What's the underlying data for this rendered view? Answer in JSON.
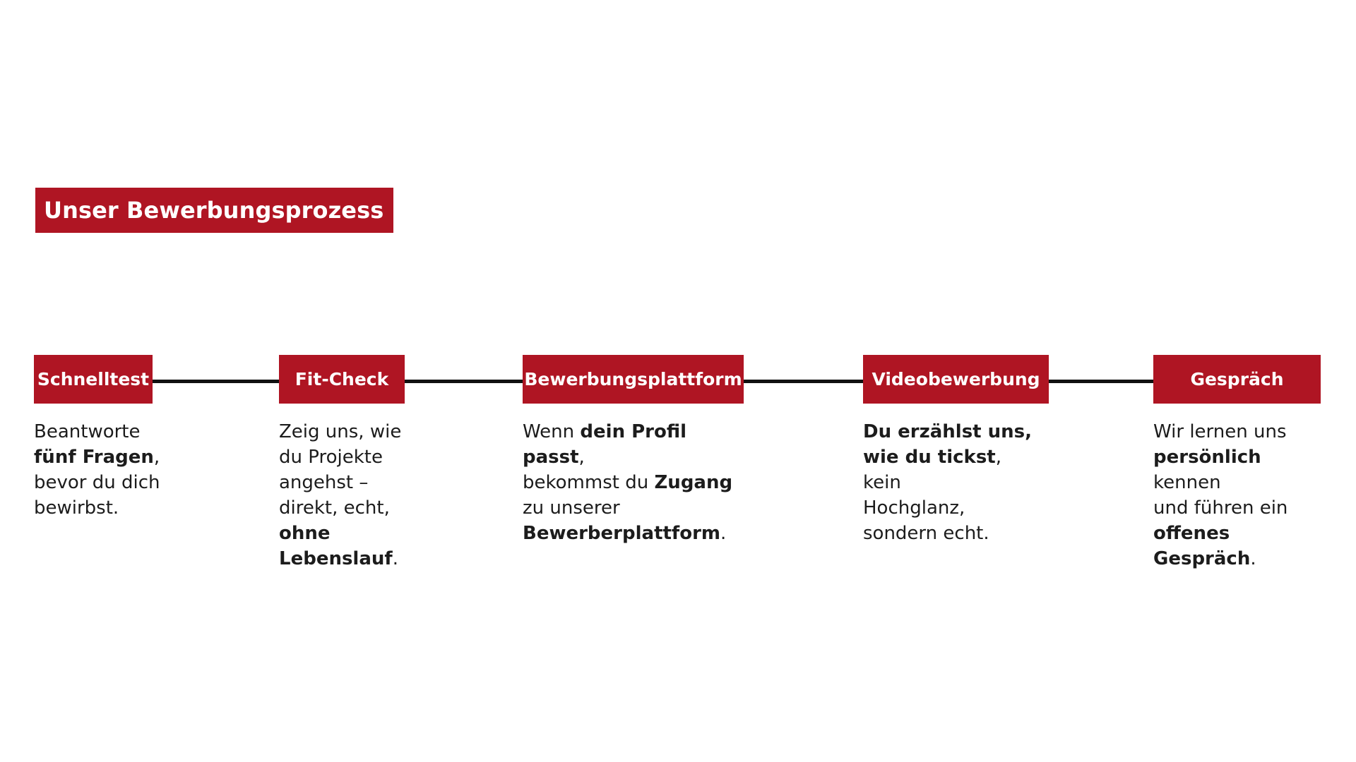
{
  "theme": {
    "accent_red": "#AF1523",
    "connector_black": "#111111",
    "background": "#FFFFFF",
    "body_text": "#1C1C1C",
    "badge_text": "#FFFFFF"
  },
  "title": {
    "text": "Unser Bewerbungsprozess"
  },
  "process": {
    "steps": [
      {
        "badge": "Schnelltest",
        "body_html": "Beantworte<br><b>fünf Fragen</b>,<br>bevor du dich<br>bewirbst.",
        "body_plain": "Beantworte fünf Fragen, bevor du dich bewirbst."
      },
      {
        "badge": "Fit-Check",
        "body_html": "Zeig uns, wie<br>du Projekte<br>angehst –<br>direkt, echt,<br><b>ohne<br>Lebenslauf</b>.",
        "body_plain": "Zeig uns, wie du Projekte angehst – direkt, echt, ohne Lebenslauf."
      },
      {
        "badge": "Bewerbungsplattform",
        "body_html": "Wenn <b>dein Profil passt</b>,<br>bekommst du <b>Zugang</b><br>zu unserer<br><b>Bewerberplattform</b>.",
        "body_plain": "Wenn dein Profil passt, bekommst du Zugang zu unserer Bewerberplattform."
      },
      {
        "badge": "Videobewerbung",
        "body_html": "<b>Du erzählst uns,<br>wie du tickst</b>, kein<br>Hochglanz,<br>sondern echt.",
        "body_plain": "Du erzählst uns, wie du tickst, kein Hochglanz, sondern echt."
      },
      {
        "badge": "Gespräch",
        "body_html": "Wir lernen uns<br><b>persönlich</b> kennen<br>und führen ein<br><b>offenes Gespräch</b>.",
        "body_plain": "Wir lernen uns persönlich kennen und führen ein offenes Gespräch."
      }
    ]
  }
}
